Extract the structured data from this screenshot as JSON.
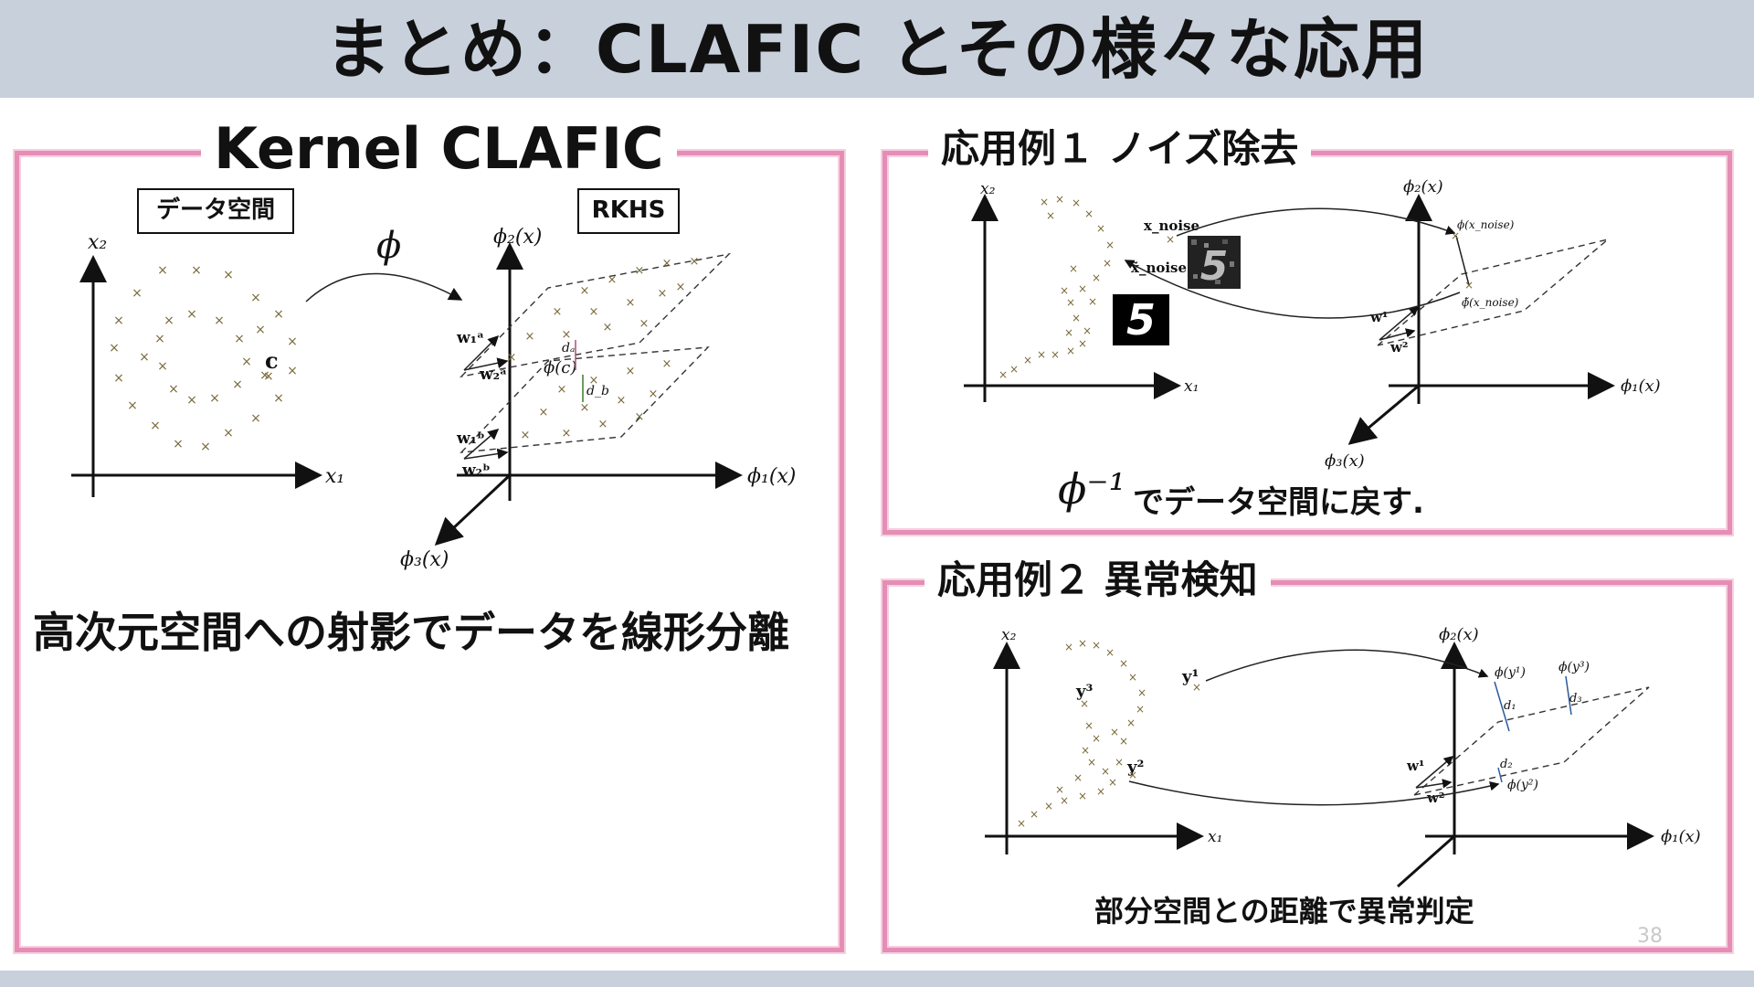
{
  "title": "まとめ：CLAFIC とその様々な応用",
  "left_panel": {
    "title": "Kernel CLAFIC",
    "data_space_box": "データ空間",
    "rkhs_box": "RKHS",
    "map_symbol": "ϕ",
    "x2": "x₂",
    "x1": "x₁",
    "point_c": "c",
    "phi2": "ϕ₂(x)",
    "phi1": "ϕ₁(x)",
    "phi3": "ϕ₃(x)",
    "phi_c": "ϕ(c)",
    "wa1": "w₁ᵃ",
    "wa2": "w₂ᵃ",
    "wb1": "w₁ᵇ",
    "wb2": "w₂ᵇ",
    "da": "dₐ",
    "db": "d_b",
    "caption": "高次元空間への射影でデータを線形分離"
  },
  "panel_noise": {
    "title": "応用例１ ノイズ除去",
    "x2": "x₂",
    "x1": "x₁",
    "x_noise": "x_noise",
    "x_noise_hat": "x̃_noise",
    "digit": "5",
    "phi2": "ϕ₂(x)",
    "phi1": "ϕ₁(x)",
    "phi3": "ϕ₃(x)",
    "phi_xnoise": "ϕ(x_noise)",
    "phi_xnoise_hat": "ϕ̃(x_noise)",
    "w1": "w¹",
    "w2": "w²",
    "inverse_symbol": "ϕ⁻¹",
    "caption": "でデータ空間に戻す."
  },
  "panel_anomaly": {
    "title": "応用例２ 異常検知",
    "x2": "x₂",
    "x1": "x₁",
    "y1": "y¹",
    "y2": "y²",
    "y3": "y³",
    "phi2": "ϕ₂(x)",
    "phi1": "ϕ₁(x)",
    "phi_y1": "ϕ(y¹)",
    "phi_y2": "ϕ(y²)",
    "phi_y3": "ϕ(y³)",
    "d1": "d₁",
    "d2": "d₂",
    "d3": "d₃",
    "w1": "w¹",
    "w2": "w²",
    "caption": "部分空間との距離で異常判定"
  },
  "page_number": "38"
}
